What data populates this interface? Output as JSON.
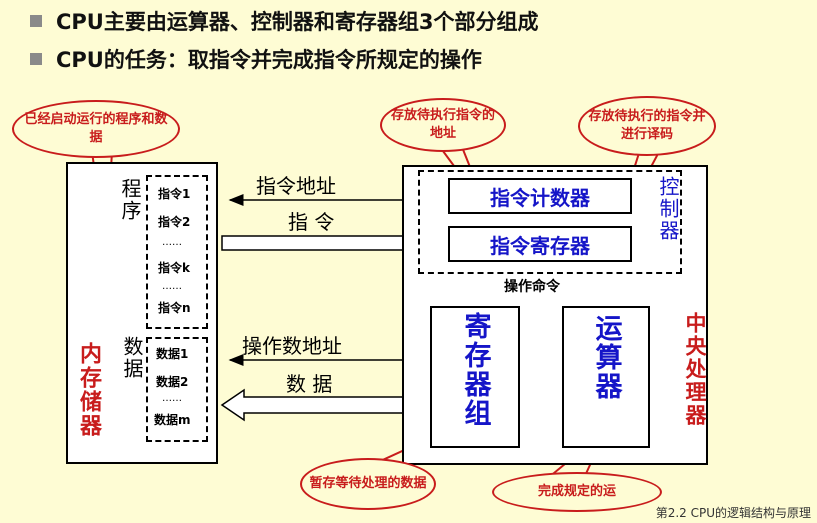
{
  "bullets": [
    "CPU主要由运算器、控制器和寄存器组3个部分组成",
    "CPU的任务：取指令并完成指令所规定的操作"
  ],
  "memory": {
    "title": "内存储器",
    "program_label": "程序",
    "data_label": "数据",
    "instructions": [
      "指令1",
      "指令2",
      "……",
      "指令k",
      "……",
      "指令n"
    ],
    "data_items": [
      "数据1",
      "数据2",
      "……",
      "数据m"
    ]
  },
  "arrows": {
    "instr_address": "指令地址",
    "instruction": "指 令",
    "operand_address": "操作数地址",
    "data": "数 据",
    "op_command": "操作命令"
  },
  "cpu": {
    "title": "中央处理器",
    "controller": "控制器",
    "pc": "指令计数器",
    "ir": "指令寄存器",
    "registers": "寄存器组",
    "alu": "运算器"
  },
  "callouts": {
    "running": "已经启动运行的程序和数据",
    "pc_note": "存放待执行指令的地址",
    "ir_note": "存放待执行的指令并进行译码",
    "reg_note": "暂存等待处理的数据",
    "alu_note": "完成规定的运"
  },
  "footer": "第2.2 CPU的逻辑结构与原理",
  "colors": {
    "background": "#fefcd4",
    "accent_blue": "#1515c8",
    "accent_red": "#c81c1c"
  }
}
